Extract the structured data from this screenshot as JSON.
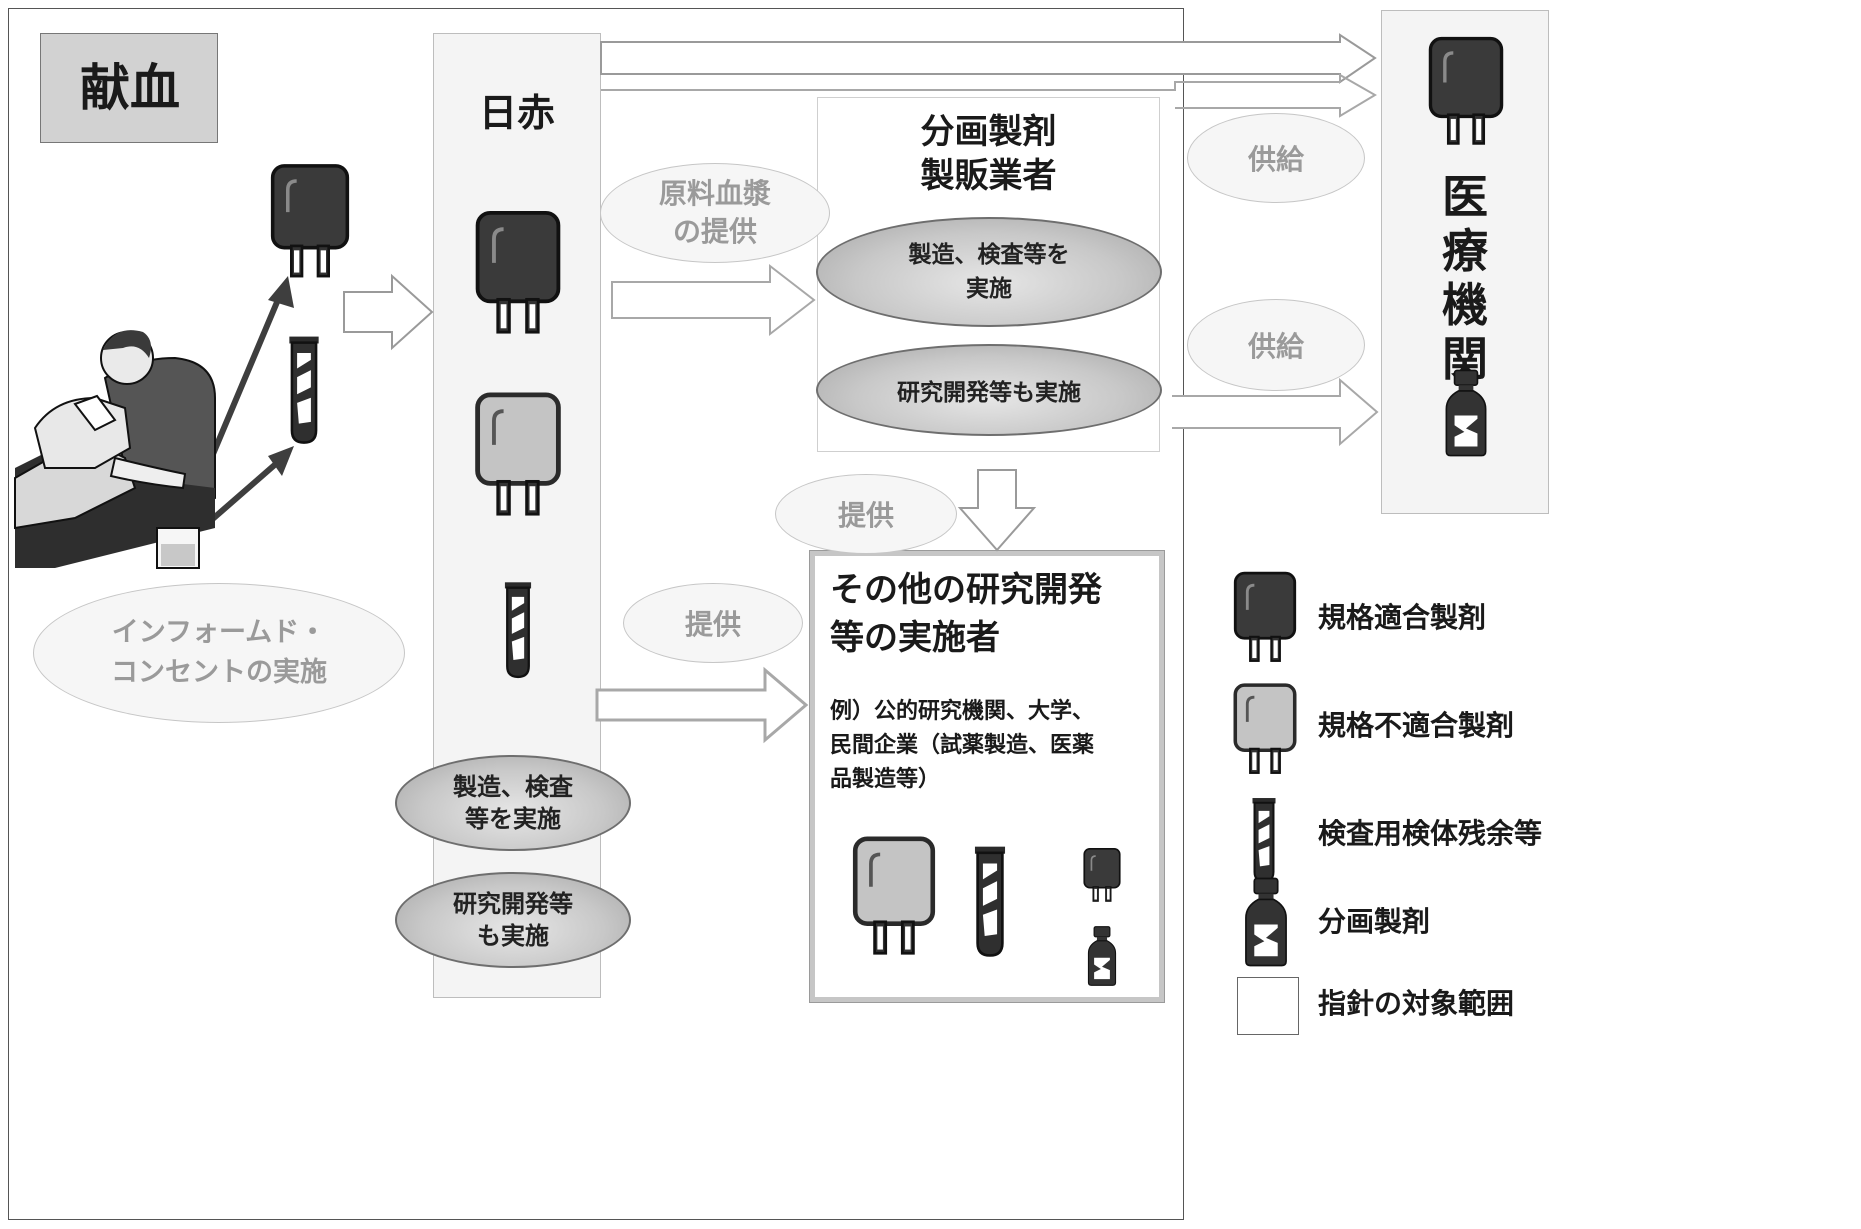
{
  "donation_label": "献血",
  "jrc_label": "日赤",
  "fractionation_title": "分画製剤\n製販業者",
  "medical_institutions_label": "医\n療\n機\n関",
  "other_rd_title": "その他の研究開発\n等の実施者",
  "other_rd_examples": "例）公的研究機関、大学、\n民間企業（試薬製造、医薬\n品製造等）",
  "ellipses": {
    "plasma_supply": "原料血漿\nの提供",
    "supply_1": "供給",
    "supply_2": "供給",
    "frac_manufacture": "製造、検査等を\n実施",
    "frac_research": "研究開発等も実施",
    "provide_from_frac": "提供",
    "provide_from_jrc": "提供",
    "informed_consent": "インフォームド・\nコンセントの実施",
    "jrc_manufacture": "製造、検査\n等を実施",
    "jrc_research": "研究開発等\nも実施"
  },
  "legend": [
    {
      "icon": "blood-bag-dark-icon",
      "label": "規格適合製剤"
    },
    {
      "icon": "blood-bag-light-icon",
      "label": "規格不適合製剤"
    },
    {
      "icon": "test-tube-icon",
      "label": "検査用検体残余等"
    },
    {
      "icon": "medicine-bottle-icon",
      "label": "分画製剤"
    },
    {
      "icon": "scope-box-icon",
      "label": "指針の対象範囲"
    }
  ],
  "colors": {
    "bag_dark": "#3c3c3c",
    "bag_light": "#c4c4c4",
    "arrow_dark": "#3e3e3e",
    "panel_fill": "#f4f4f4"
  }
}
